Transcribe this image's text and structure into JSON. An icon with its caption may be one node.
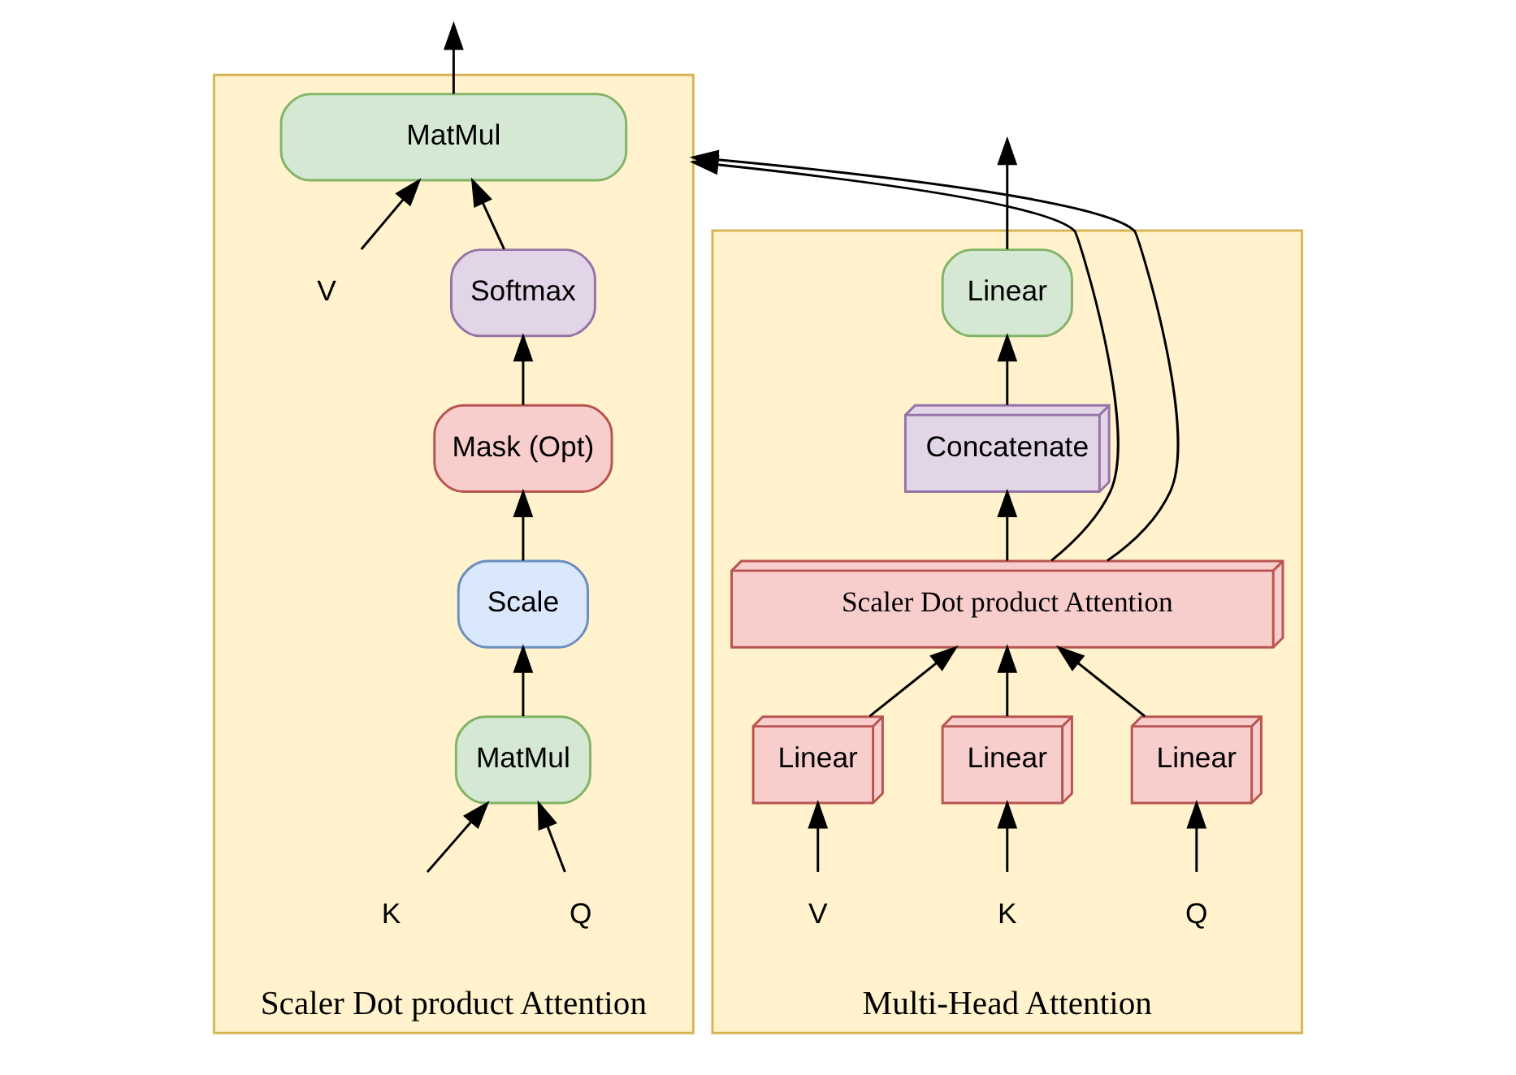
{
  "diagram": {
    "nodes": [
      {
        "text": [
          "Scaler Dot product Attention"
        ]
      },
      {
        "text": [
          "MatMul"
        ],
        "in": 0
      },
      {
        "text": [
          "Softmax"
        ],
        "in": 0
      },
      {
        "text": [
          "Mask (Opt)"
        ],
        "in": 0
      },
      {
        "text": [
          "Scale"
        ],
        "in": 0
      },
      {
        "text": [
          "MatMul"
        ],
        "in": 0
      },
      {
        "text": [
          "Q"
        ],
        "in": 0
      },
      {
        "text": [
          "K"
        ],
        "in": 0
      },
      {
        "text": [
          "V"
        ],
        "in": 0
      },
      {
        "text": [
          "Multi-Head Attention"
        ]
      },
      {
        "text": [
          "Linear"
        ],
        "in": 9
      },
      {
        "text": [
          "Concatenate"
        ],
        "in": 9
      },
      {
        "text": [
          "Scaler Dot product Attention"
        ],
        "in": 9
      },
      {
        "text": [
          "Linear"
        ],
        "in": 9
      },
      {
        "text": [
          "Linear"
        ],
        "in": 9
      },
      {
        "text": [
          "Linear"
        ],
        "in": 9
      },
      {
        "text": [
          "Q"
        ],
        "in": 9
      },
      {
        "text": [
          "K"
        ],
        "in": 9
      },
      {
        "text": [
          "V"
        ],
        "in": 9
      }
    ],
    "edges": [
      {
        "from": 1,
        "to": null,
        "arrow": "to"
      },
      {
        "from": 2,
        "to": 1,
        "arrow": "to"
      },
      {
        "from": 3,
        "to": 2,
        "arrow": "to"
      },
      {
        "from": 4,
        "to": 3,
        "arrow": "to"
      },
      {
        "from": 5,
        "to": 4,
        "arrow": "to"
      },
      {
        "from": 6,
        "to": 5,
        "arrow": "to"
      },
      {
        "from": 7,
        "to": 5,
        "arrow": "to"
      },
      {
        "from": 8,
        "to": 1,
        "arrow": "to"
      },
      {
        "from": 10,
        "to": null,
        "arrow": "to"
      },
      {
        "from": 11,
        "to": 10,
        "arrow": "to"
      },
      {
        "from": 12,
        "to": 11,
        "arrow": "to"
      },
      {
        "from": 13,
        "to": 12,
        "arrow": "to"
      },
      {
        "from": 14,
        "to": 12,
        "arrow": "to"
      },
      {
        "from": 15,
        "to": 12,
        "arrow": "to"
      },
      {
        "from": 16,
        "to": 13,
        "arrow": "to"
      },
      {
        "from": 17,
        "to": 14,
        "arrow": "to"
      },
      {
        "from": 18,
        "to": 15,
        "arrow": "to"
      },
      {
        "from": 12,
        "to": 0,
        "arrow": "to"
      },
      {
        "from": 12,
        "to": 0,
        "arrow": "to"
      }
    ]
  }
}
